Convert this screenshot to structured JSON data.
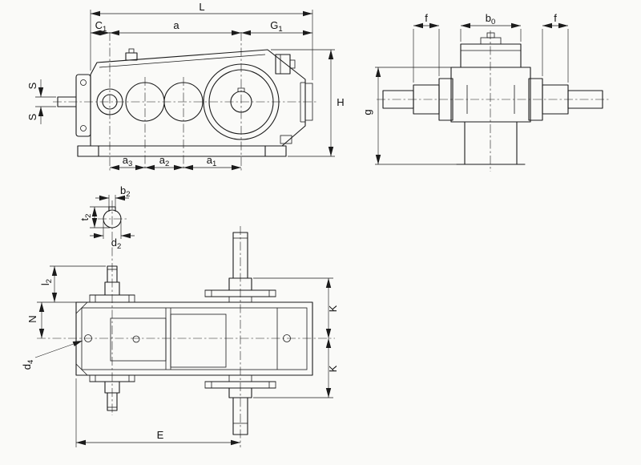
{
  "page": {
    "background": "#fafaf8",
    "ink": "#1b1b1b"
  },
  "side_view": {
    "L": {
      "base": "L",
      "sub": ""
    },
    "C1": {
      "base": "C",
      "sub": "1"
    },
    "a": {
      "base": "a",
      "sub": ""
    },
    "G1": {
      "base": "G",
      "sub": "1"
    },
    "H": {
      "base": "H",
      "sub": ""
    },
    "S_upper": {
      "base": "S",
      "sub": ""
    },
    "S_lower": {
      "base": "S",
      "sub": ""
    },
    "a3": {
      "base": "a",
      "sub": "3"
    },
    "a2": {
      "base": "a",
      "sub": "2"
    },
    "a1": {
      "base": "a",
      "sub": "1"
    }
  },
  "end_view": {
    "f_left": {
      "base": "f",
      "sub": ""
    },
    "b0": {
      "base": "b",
      "sub": "0"
    },
    "f_right": {
      "base": "f",
      "sub": ""
    },
    "g": {
      "base": "g",
      "sub": ""
    }
  },
  "plan_view": {
    "b2": {
      "base": "b",
      "sub": "2"
    },
    "t2": {
      "base": "t",
      "sub": "2"
    },
    "d2": {
      "base": "d",
      "sub": "2"
    },
    "l2": {
      "base": "l",
      "sub": "2"
    },
    "N": {
      "base": "N",
      "sub": ""
    },
    "d4": {
      "base": "d",
      "sub": "4"
    },
    "K_upper": {
      "base": "K",
      "sub": ""
    },
    "K_lower": {
      "base": "K",
      "sub": ""
    },
    "E": {
      "base": "E",
      "sub": ""
    }
  }
}
